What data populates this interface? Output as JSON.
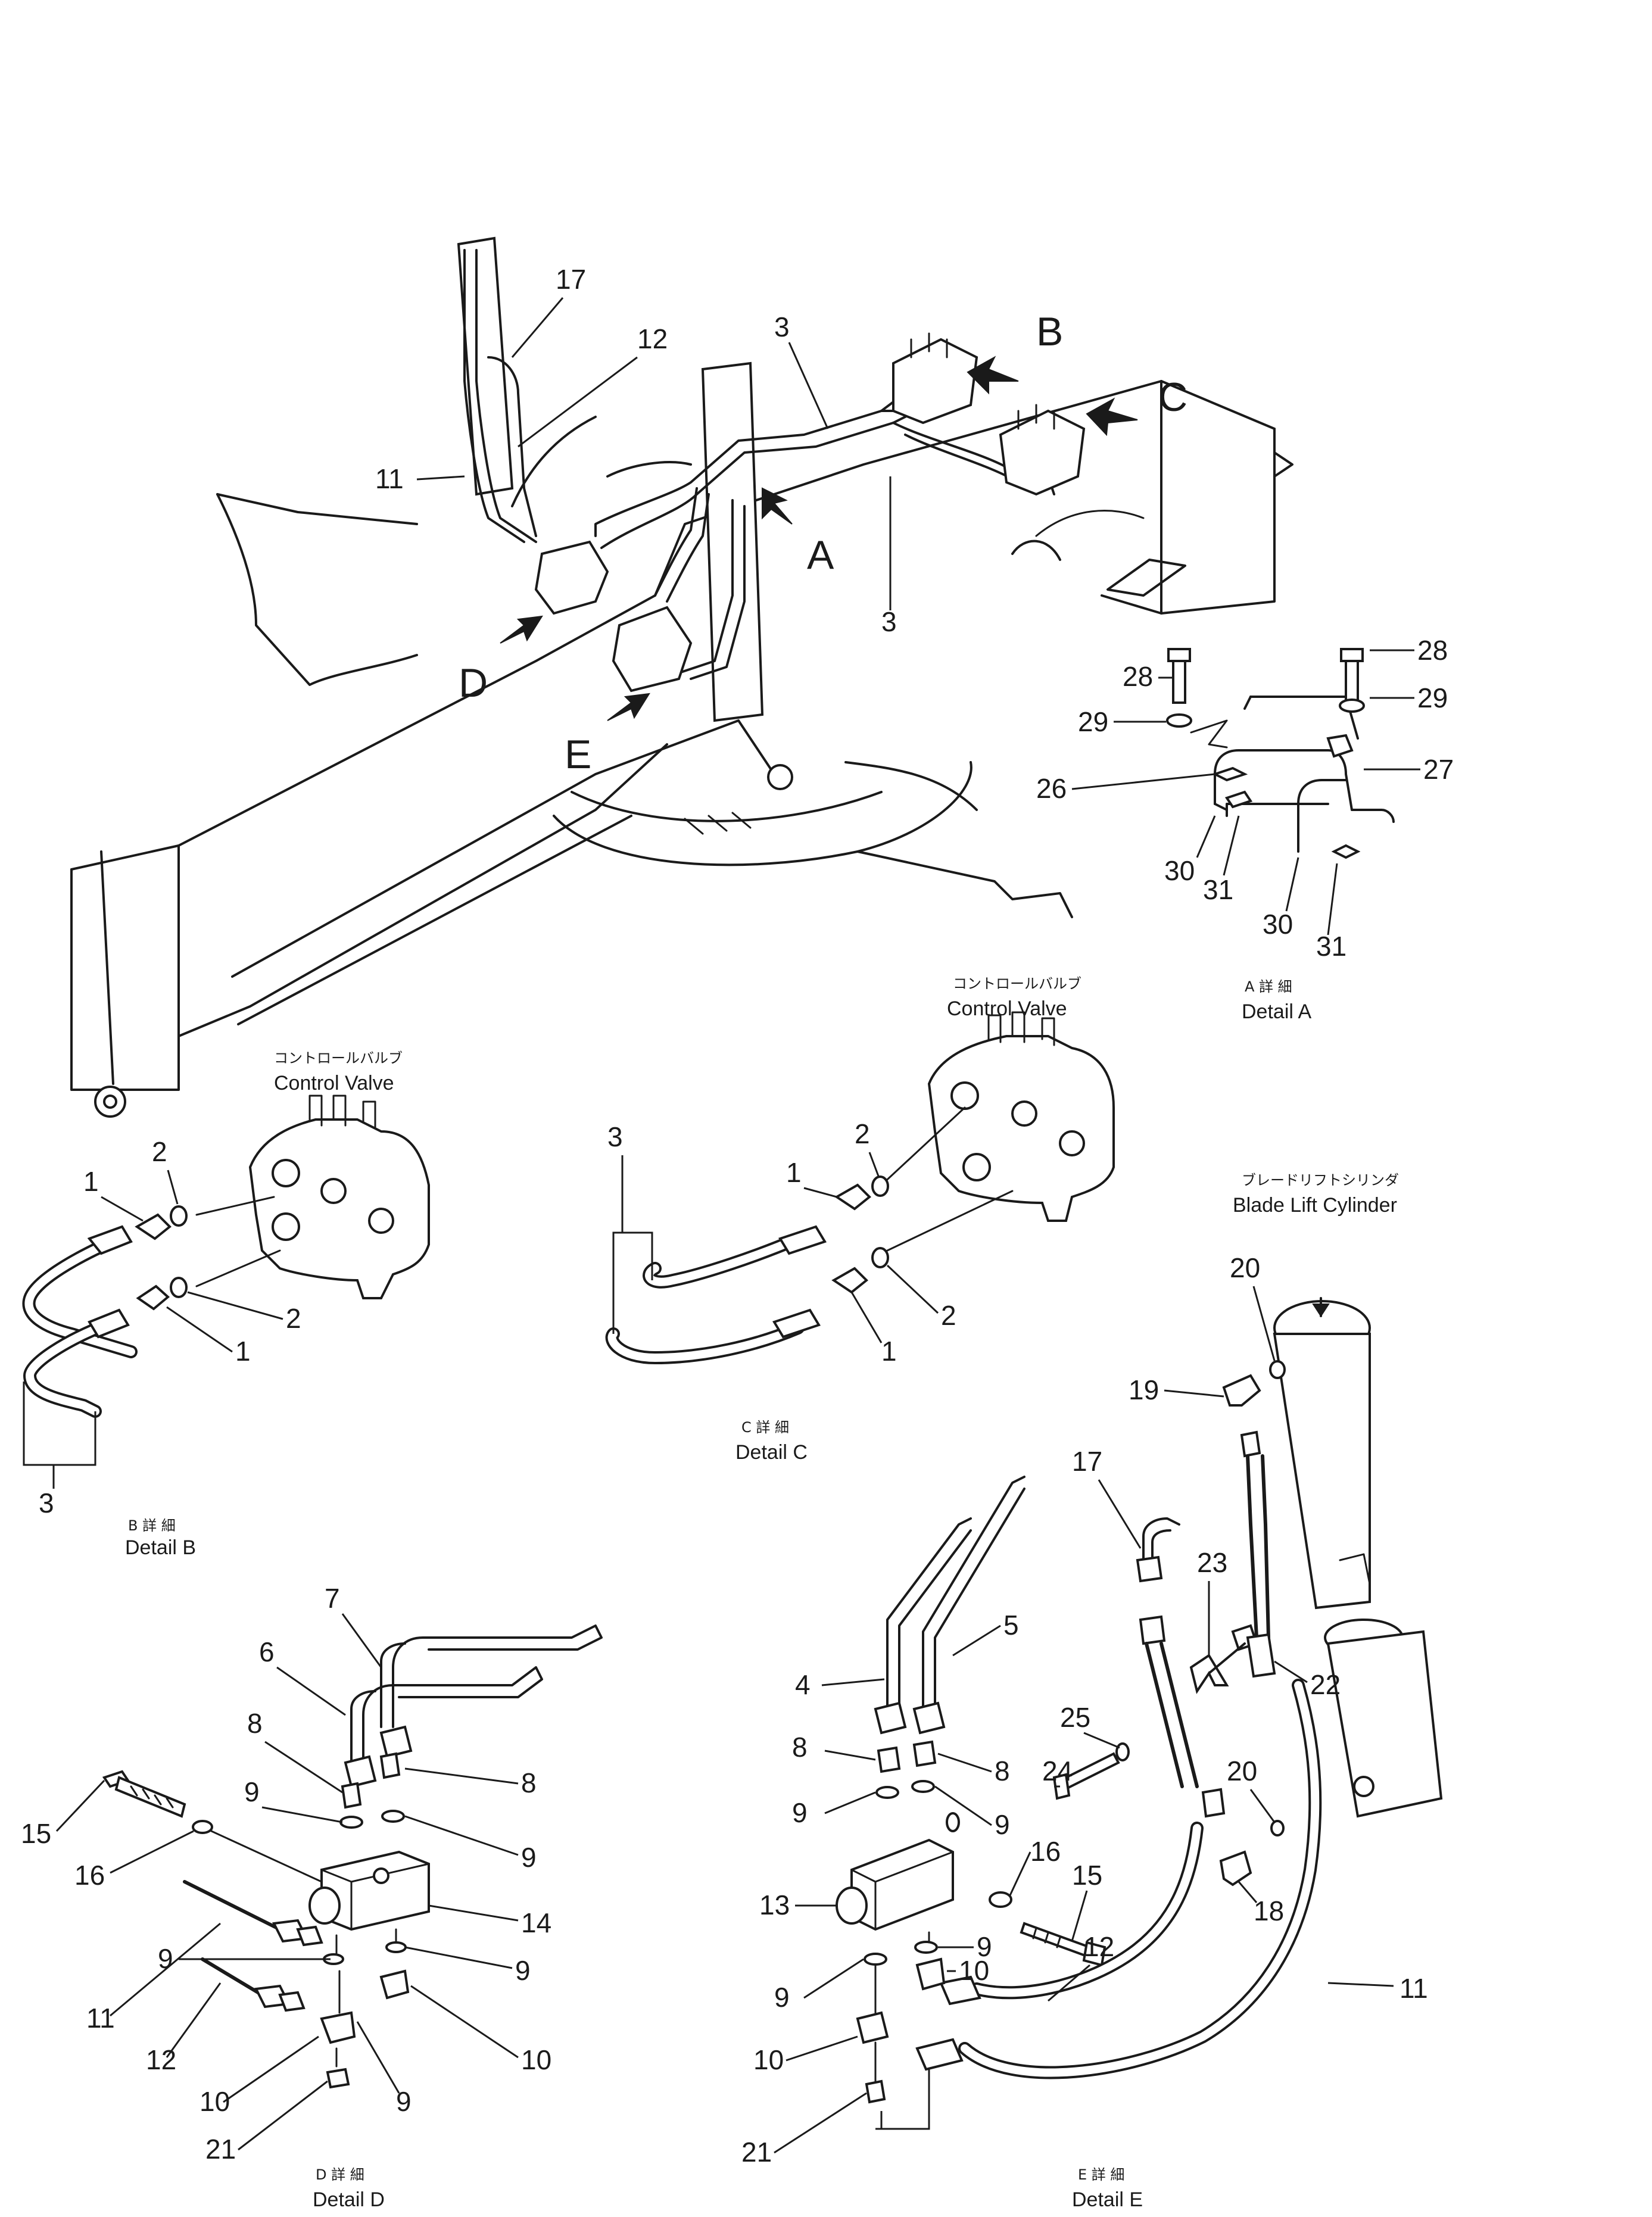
{
  "overview": {
    "view_letters": [
      "A",
      "B",
      "C",
      "D",
      "E"
    ],
    "parts": [
      "17",
      "12",
      "11",
      "3",
      "3"
    ]
  },
  "detail_a": {
    "jp": "A 詳 細",
    "caption": "Detail A",
    "parts": [
      "28",
      "28",
      "29",
      "29",
      "26",
      "27",
      "30",
      "31",
      "30",
      "31"
    ]
  },
  "detail_b": {
    "jp": "B 詳 細",
    "caption": "Detail B",
    "valve_jp": "コントロールバルブ",
    "valve_en": "Control Valve",
    "parts": [
      "2",
      "1",
      "2",
      "1",
      "3"
    ]
  },
  "detail_c": {
    "jp": "C 詳 細",
    "caption": "Detail C",
    "valve_jp": "コントロールバルブ",
    "valve_en": "Control Valve",
    "parts": [
      "3",
      "2",
      "1",
      "2",
      "1"
    ]
  },
  "detail_d": {
    "jp": "D 詳 細",
    "caption": "Detail D",
    "parts": [
      "7",
      "6",
      "8",
      "8",
      "9",
      "9",
      "15",
      "16",
      "9",
      "14",
      "9",
      "11",
      "12",
      "10",
      "10",
      "9",
      "21"
    ]
  },
  "detail_e": {
    "jp": "E 詳 細",
    "caption": "Detail E",
    "cylinder_jp": "ブレードリフトシリンダ",
    "cylinder_en": "Blade Lift Cylinder",
    "parts": [
      "20",
      "19",
      "17",
      "23",
      "5",
      "4",
      "25",
      "22",
      "24",
      "8",
      "8",
      "9",
      "9",
      "16",
      "15",
      "20",
      "13",
      "18",
      "9",
      "9",
      "10",
      "12",
      "11",
      "10",
      "21"
    ]
  }
}
